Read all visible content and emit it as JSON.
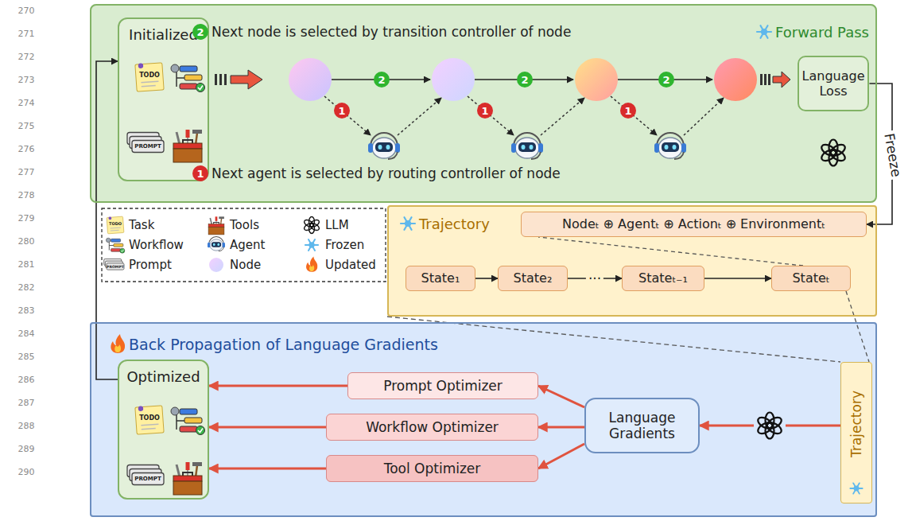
{
  "diagram": {
    "nodes": [
      {
        "text": [
          "Forward Pass"
        ]
      },
      {
        "text": [
          "Initialized"
        ],
        "in": 0
      },
      {
        "text": [
          "Language Loss"
        ],
        "in": 0
      },
      {
        "text": [
          "Trajectory"
        ]
      },
      {
        "text": [
          "Nodeₜ ⊕ Agentₜ ⊕ Actionₜ ⊕ Environmentₜ"
        ],
        "in": 3
      },
      {
        "text": [
          "State₁"
        ],
        "in": 3
      },
      {
        "text": [
          "State₂"
        ],
        "in": 3
      },
      {
        "text": [
          "Stateₜ₋₁"
        ],
        "in": 3
      },
      {
        "text": [
          "Stateₜ"
        ],
        "in": 3
      },
      {
        "text": [
          "Back Propagation of Language Gradients"
        ]
      },
      {
        "text": [
          "Optimized"
        ],
        "in": 9
      },
      {
        "text": [
          "Prompt Optimizer"
        ],
        "in": 9
      },
      {
        "text": [
          "Workflow Optimizer"
        ],
        "in": 9
      },
      {
        "text": [
          "Tool Optimizer"
        ],
        "in": 9
      },
      {
        "text": [
          "Language Gradients"
        ],
        "in": 9
      },
      {
        "text": [
          "Trajectory"
        ],
        "in": 9
      }
    ],
    "edges": [
      {
        "from": 2,
        "to": 4,
        "arrow": "to",
        "label": "Freeze"
      },
      {
        "from": 5,
        "to": 6,
        "arrow": "to"
      },
      {
        "from": 6,
        "to": 7,
        "arrow": "to",
        "label": "···"
      },
      {
        "from": 7,
        "to": 8,
        "arrow": "to"
      },
      {
        "from": 8,
        "to": 4,
        "arrow": "none"
      },
      {
        "from": 8,
        "to": 15,
        "arrow": "none"
      },
      {
        "from": 15,
        "to": 14,
        "arrow": "to"
      },
      {
        "from": 14,
        "to": 11,
        "arrow": "to"
      },
      {
        "from": 14,
        "to": 12,
        "arrow": "to"
      },
      {
        "from": 14,
        "to": 13,
        "arrow": "to"
      },
      {
        "from": 11,
        "to": 10,
        "arrow": "to"
      },
      {
        "from": 12,
        "to": 10,
        "arrow": "to"
      },
      {
        "from": 13,
        "to": 10,
        "arrow": "to"
      },
      {
        "from": 10,
        "to": 1,
        "arrow": "to"
      }
    ],
    "labels": [
      "270",
      "271",
      "272",
      "273",
      "274",
      "275",
      "276",
      "277",
      "278",
      "279",
      "280",
      "281",
      "282",
      "283",
      "284",
      "285",
      "286",
      "287",
      "288",
      "289",
      "290",
      "2",
      "Next node is selected by transition controller of node",
      "1",
      "Next agent is selected by routing controller of node",
      "2",
      "2",
      "2",
      "1",
      "1",
      "1",
      "TODO",
      "PROMPT",
      "TODO",
      "PROMPT",
      "TODO",
      "PROMPT"
    ],
    "legend": [
      {
        "text": "Task"
      },
      {
        "text": "Tools"
      },
      {
        "text": "LLM"
      },
      {
        "text": "Workflow"
      },
      {
        "text": "Agent"
      },
      {
        "text": "Frozen"
      },
      {
        "text": "Prompt"
      },
      {
        "text": "Node"
      },
      {
        "text": "Updated"
      }
    ]
  }
}
